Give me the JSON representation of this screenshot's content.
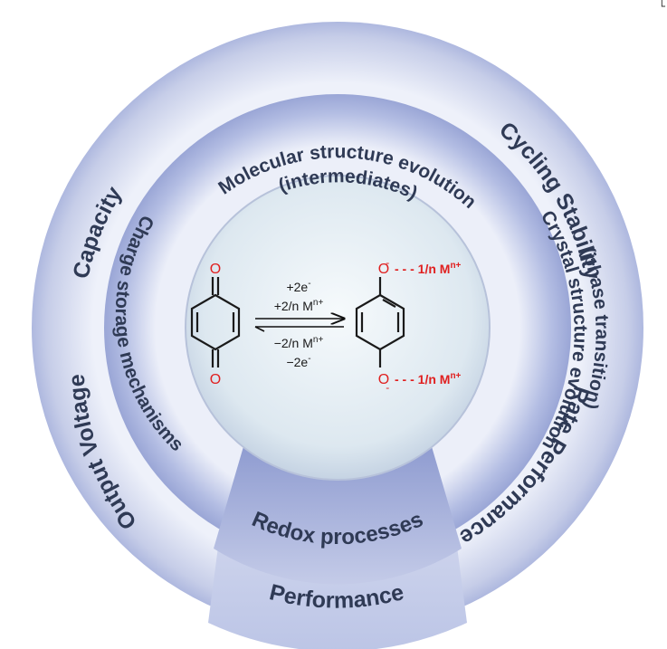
{
  "outer_ring": {
    "capacity": "Capacity",
    "cycling_stability": "Cycling Stability",
    "rate_performance": "Rate Performance",
    "output_voltage": "Output Voltage",
    "performance": "Performance"
  },
  "middle_ring": {
    "molecular_line1": "Molecular structure evolution",
    "molecular_line2": "(intermediates)",
    "crystal_line1": "Crystal structure evolution",
    "crystal_line2": "(phase transition)",
    "charge_storage": "Charge storage mechanisms",
    "redox": "Redox processes"
  },
  "reaction": {
    "forward_line1": "+2e",
    "forward_line1_sup": "-",
    "forward_line2": "+2/n M",
    "forward_line2_sup": "n+",
    "reverse_line1": "−2/n M",
    "reverse_line1_sup": "n+",
    "reverse_line2": "−2e",
    "reverse_line2_sup": "-",
    "oxygen": "O",
    "oxide_charge": "-",
    "metal_top": "- - - 1/n M",
    "metal_top_sup": "n+",
    "metal_bottom": "- - - 1/n M",
    "metal_bottom_sup": "n+"
  },
  "colors": {
    "outer_ring": "#c9d0ea",
    "middle_ring": "#a9b4dc",
    "center": "#e6eef5",
    "label_text": "#2f3a55",
    "red": "#e02020"
  }
}
